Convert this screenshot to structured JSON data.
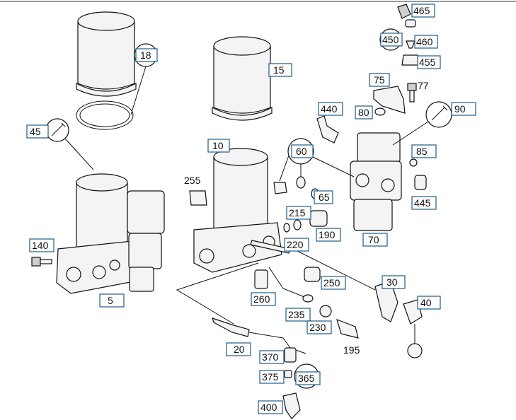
{
  "callouts": {
    "c465": "465",
    "c450": "450",
    "c460": "460",
    "c455": "455",
    "c75": "75",
    "c77": "77",
    "c18": "18",
    "c15": "15",
    "c440": "440",
    "c80": "80",
    "c90": "90",
    "c45": "45",
    "c10": "10",
    "c60": "60",
    "c85": "85",
    "c255": "255",
    "c65": "65",
    "c445": "445",
    "c215": "215",
    "c190": "190",
    "c220": "220",
    "c70": "70",
    "c140": "140",
    "c250": "250",
    "c30": "30",
    "c5": "5",
    "c260": "260",
    "c40": "40",
    "c235": "235",
    "c230": "230",
    "c195": "195",
    "c20": "20",
    "c370": "370",
    "c375": "375",
    "c365": "365",
    "c400": "400"
  }
}
